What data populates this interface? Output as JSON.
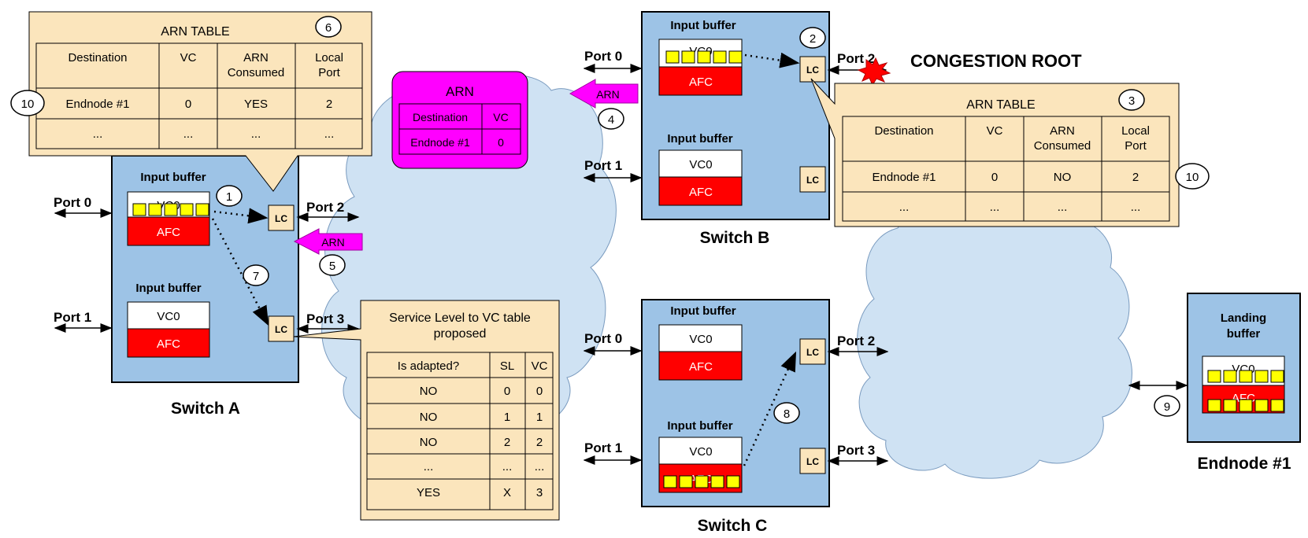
{
  "labels": {
    "input_buffer": "Input buffer",
    "vc0": "VC0",
    "afc": "AFC",
    "lc": "LC",
    "arn": "ARN",
    "port0": "Port 0",
    "port1": "Port 1",
    "port2": "Port 2",
    "port3": "Port 3",
    "landing_buffer_line1": "Landing",
    "landing_buffer_line2": "buffer",
    "congestion_root": "CONGESTION ROOT"
  },
  "switches": {
    "a": "Switch A",
    "b": "Switch B",
    "c": "Switch C",
    "endnode": "Endnode #1"
  },
  "arn_table_a": {
    "title": "ARN TABLE",
    "badge": "6",
    "headers": [
      "Destination",
      "VC",
      "ARN",
      "Consumed",
      "Local",
      "Port"
    ],
    "row1": [
      "Endnode #1",
      "0",
      "YES",
      "2"
    ],
    "row2": [
      "...",
      "...",
      "...",
      "..."
    ],
    "row_badge": "10"
  },
  "arn_table_b": {
    "title": "ARN TABLE",
    "badge": "3",
    "headers": [
      "Destination",
      "VC",
      "ARN",
      "Consumed",
      "Local",
      "Port"
    ],
    "row1": [
      "Endnode #1",
      "0",
      "NO",
      "2"
    ],
    "row2": [
      "...",
      "...",
      "...",
      "..."
    ],
    "row_badge": "10"
  },
  "arn_packet": {
    "title": "ARN",
    "headers": [
      "Destination",
      "VC"
    ],
    "row": [
      "Endnode #1",
      "0"
    ]
  },
  "sl_table": {
    "title_line1": "Service Level to VC table",
    "title_line2": "proposed",
    "headers": [
      "Is adapted?",
      "SL",
      "VC"
    ],
    "rows": [
      [
        "NO",
        "0",
        "0"
      ],
      [
        "NO",
        "1",
        "1"
      ],
      [
        "NO",
        "2",
        "2"
      ],
      [
        "...",
        "...",
        "..."
      ],
      [
        "YES",
        "X",
        "3"
      ]
    ]
  },
  "steps": [
    "1",
    "2",
    "4",
    "5",
    "7",
    "8",
    "9"
  ],
  "colors": {
    "switch_fill": "#9dc3e6",
    "afc": "#ff0000",
    "packet": "#ffff00",
    "callout": "#fbe5bc",
    "arn": "#ff00ff",
    "cloud": "#cfe2f3"
  }
}
